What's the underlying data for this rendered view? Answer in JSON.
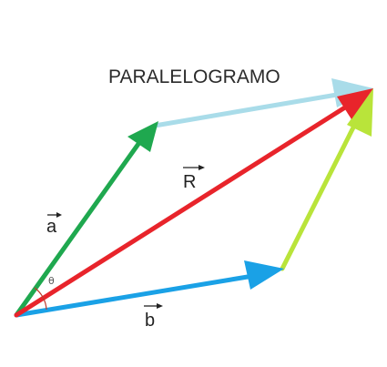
{
  "title": "PARALELOGRAMO",
  "vectors": {
    "a": {
      "label": "a",
      "color": "#1fa84f"
    },
    "b": {
      "label": "b",
      "color": "#1aa1e6"
    },
    "resultant": {
      "label": "R",
      "color": "#e8242b"
    },
    "a_parallel": {
      "color": "#a9dce9"
    },
    "b_parallel": {
      "color": "#b9e43a"
    }
  },
  "angle": {
    "label": "θ"
  }
}
